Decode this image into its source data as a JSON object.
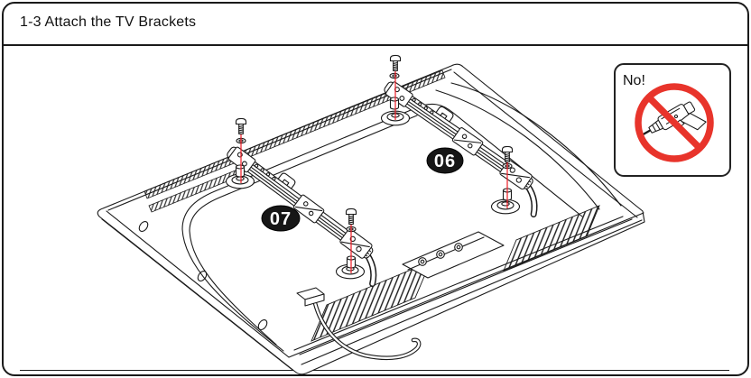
{
  "page": {
    "title": "1-3 Attach the TV Brackets"
  },
  "diagram": {
    "part_labels": {
      "left_bracket": "07",
      "right_bracket": "06"
    },
    "warning": {
      "label": "No!"
    },
    "colors": {
      "assembly_line_red": "#ee1c25",
      "prohibition_red": "#e8342b",
      "badge_fill": "#161616",
      "badge_text": "#ffffff"
    }
  }
}
